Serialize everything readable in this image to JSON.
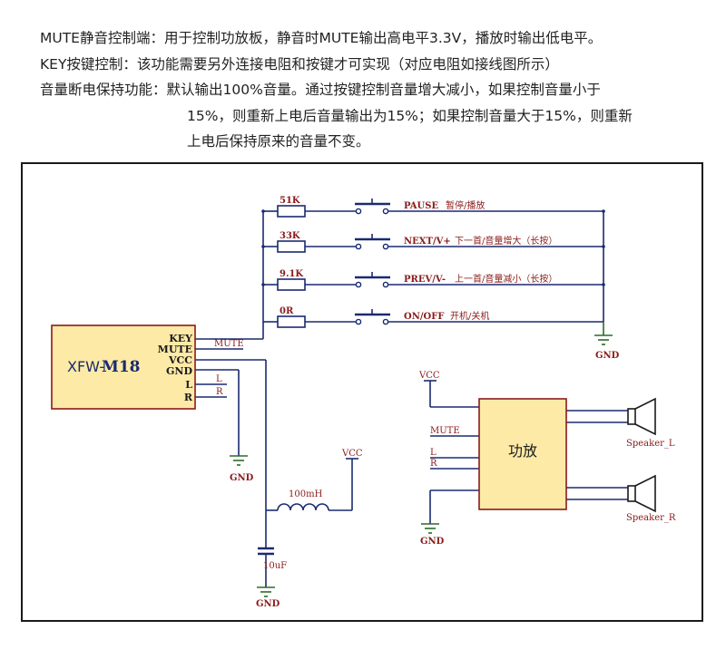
{
  "description": {
    "line1": "MUTE静音控制端：用于控制功放板，静音时MUTE输出高电平3.3V，播放时输出低电平。",
    "line2": "KEY按键控制：该功能需要另外连接电阻和按键才可实现（对应电阻如接线图所示）",
    "line3": "音量断电保持功能：默认输出100%音量。通过按键控制音量增大减小，如果控制音量小于",
    "line4": "15%，则重新上电后音量输出为15%；如果控制音量大于15%，则重新",
    "line5": "上电后保持原来的音量不变。"
  },
  "module": {
    "name_prefix": "XFW-",
    "name_suffix": "M18",
    "pins": {
      "key": "KEY",
      "mute": "MUTE",
      "vcc": "VCC",
      "gnd": "GND",
      "l": "L",
      "r": "R"
    },
    "mute_net": "MUTE",
    "l_net": "L",
    "r_net": "R"
  },
  "keys": [
    {
      "resistor": "51K",
      "name": "PAUSE",
      "function": "暂停/播放"
    },
    {
      "resistor": "33K",
      "name": "NEXT/V+",
      "function": "下一首/音量增大（长按）"
    },
    {
      "resistor": "9.1K",
      "name": "PREV/V-",
      "function": "上一首/音量减小（长按）"
    },
    {
      "resistor": "0R",
      "name": "ON/OFF",
      "function": "开机/关机"
    }
  ],
  "power": {
    "inductor": "100mH",
    "capacitor": "10uF",
    "vcc": "VCC",
    "gnd": "GND"
  },
  "amplifier": {
    "title": "功放",
    "vcc": "VCC",
    "mute": "MUTE",
    "l": "L",
    "r": "R",
    "gnd": "GND",
    "speaker_l": "Speaker_L",
    "speaker_r": "Speaker_R"
  },
  "colors": {
    "wire": "#1a2a70",
    "label": "#8b1a1a",
    "module_fill": "#fdeaa6",
    "module_border": "#8b1a1a",
    "ground": "#2a6a2a"
  }
}
